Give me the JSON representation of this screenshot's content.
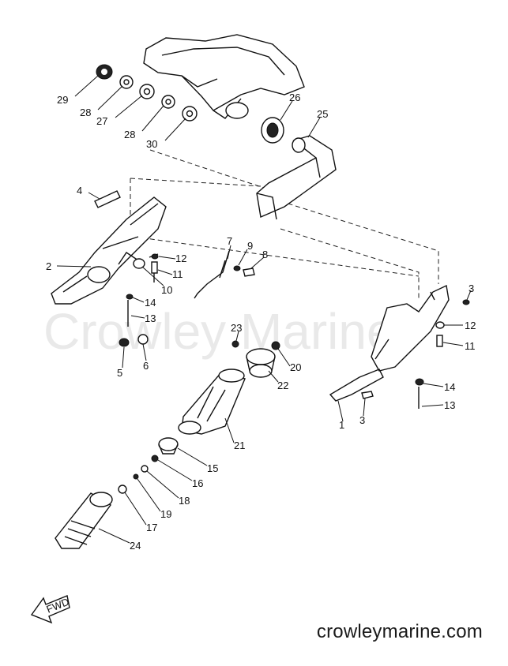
{
  "watermark": "Crowley Marine",
  "footer_url": "crowleymarine.com",
  "fwd_label": "FWD",
  "callouts": [
    {
      "id": "29",
      "label": "29"
    },
    {
      "id": "28a",
      "label": "28"
    },
    {
      "id": "27",
      "label": "27"
    },
    {
      "id": "28b",
      "label": "28"
    },
    {
      "id": "30",
      "label": "30"
    },
    {
      "id": "26",
      "label": "26"
    },
    {
      "id": "25",
      "label": "25"
    },
    {
      "id": "4",
      "label": "4"
    },
    {
      "id": "2",
      "label": "2"
    },
    {
      "id": "7",
      "label": "7"
    },
    {
      "id": "9",
      "label": "9"
    },
    {
      "id": "8",
      "label": "8"
    },
    {
      "id": "12a",
      "label": "12"
    },
    {
      "id": "11a",
      "label": "11"
    },
    {
      "id": "10",
      "label": "10"
    },
    {
      "id": "14a",
      "label": "14"
    },
    {
      "id": "13a",
      "label": "13"
    },
    {
      "id": "5",
      "label": "5"
    },
    {
      "id": "6",
      "label": "6"
    },
    {
      "id": "23",
      "label": "23"
    },
    {
      "id": "20",
      "label": "20"
    },
    {
      "id": "22",
      "label": "22"
    },
    {
      "id": "21",
      "label": "21"
    },
    {
      "id": "15",
      "label": "15"
    },
    {
      "id": "16",
      "label": "16"
    },
    {
      "id": "18",
      "label": "18"
    },
    {
      "id": "19",
      "label": "19"
    },
    {
      "id": "17",
      "label": "17"
    },
    {
      "id": "24",
      "label": "24"
    },
    {
      "id": "3a",
      "label": "3"
    },
    {
      "id": "12b",
      "label": "12"
    },
    {
      "id": "11b",
      "label": "11"
    },
    {
      "id": "14b",
      "label": "14"
    },
    {
      "id": "13b",
      "label": "13"
    },
    {
      "id": "3b",
      "label": "3"
    },
    {
      "id": "1",
      "label": "1"
    }
  ]
}
